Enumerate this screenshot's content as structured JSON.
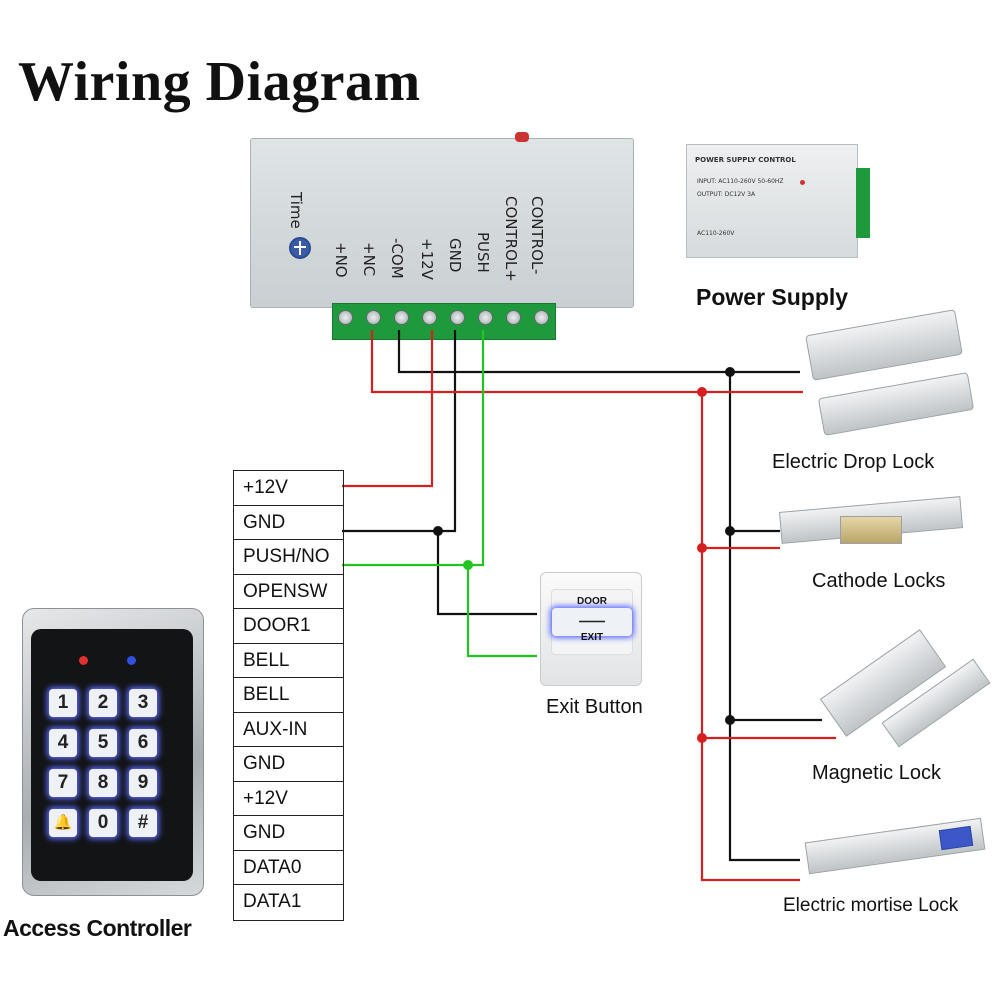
{
  "title": "Wiring Diagram",
  "psu_main": {
    "terminal_labels": [
      "+NO",
      "+NC",
      "-COM",
      "+12V",
      "GND",
      "PUSH",
      "CONTROL+",
      "CONTROL-"
    ],
    "time_label": "Time"
  },
  "psu_small": {
    "header": "POWER SUPPLY CONTROL",
    "input": "INPUT: AC110-260V 50-60HZ",
    "output": "OUTPUT: DC12V 3A",
    "ac": "AC110-260V"
  },
  "captions": {
    "power_supply": "Power Supply",
    "drop_lock": "Electric Drop Lock",
    "cathode_locks": "Cathode Locks",
    "magnetic_lock": "Magnetic Lock",
    "mortise_lock": "Electric mortise Lock",
    "exit_button": "Exit Button",
    "access_controller": "Access Controller"
  },
  "controller_pins": [
    "+12V",
    "GND",
    "PUSH/NO",
    "OPENSW",
    "DOOR1",
    "BELL",
    "BELL",
    "AUX-IN",
    "GND",
    "+12V",
    "GND",
    "DATA0",
    "DATA1"
  ],
  "exit_button": {
    "line1": "DOOR",
    "line3": "EXIT"
  },
  "keypad_keys": [
    "1",
    "2",
    "3",
    "4",
    "5",
    "6",
    "7",
    "8",
    "9",
    "🔔",
    "0",
    "#"
  ],
  "wire_colors": {
    "positive": "#d42020",
    "negative": "#111111",
    "push": "#22c422"
  }
}
